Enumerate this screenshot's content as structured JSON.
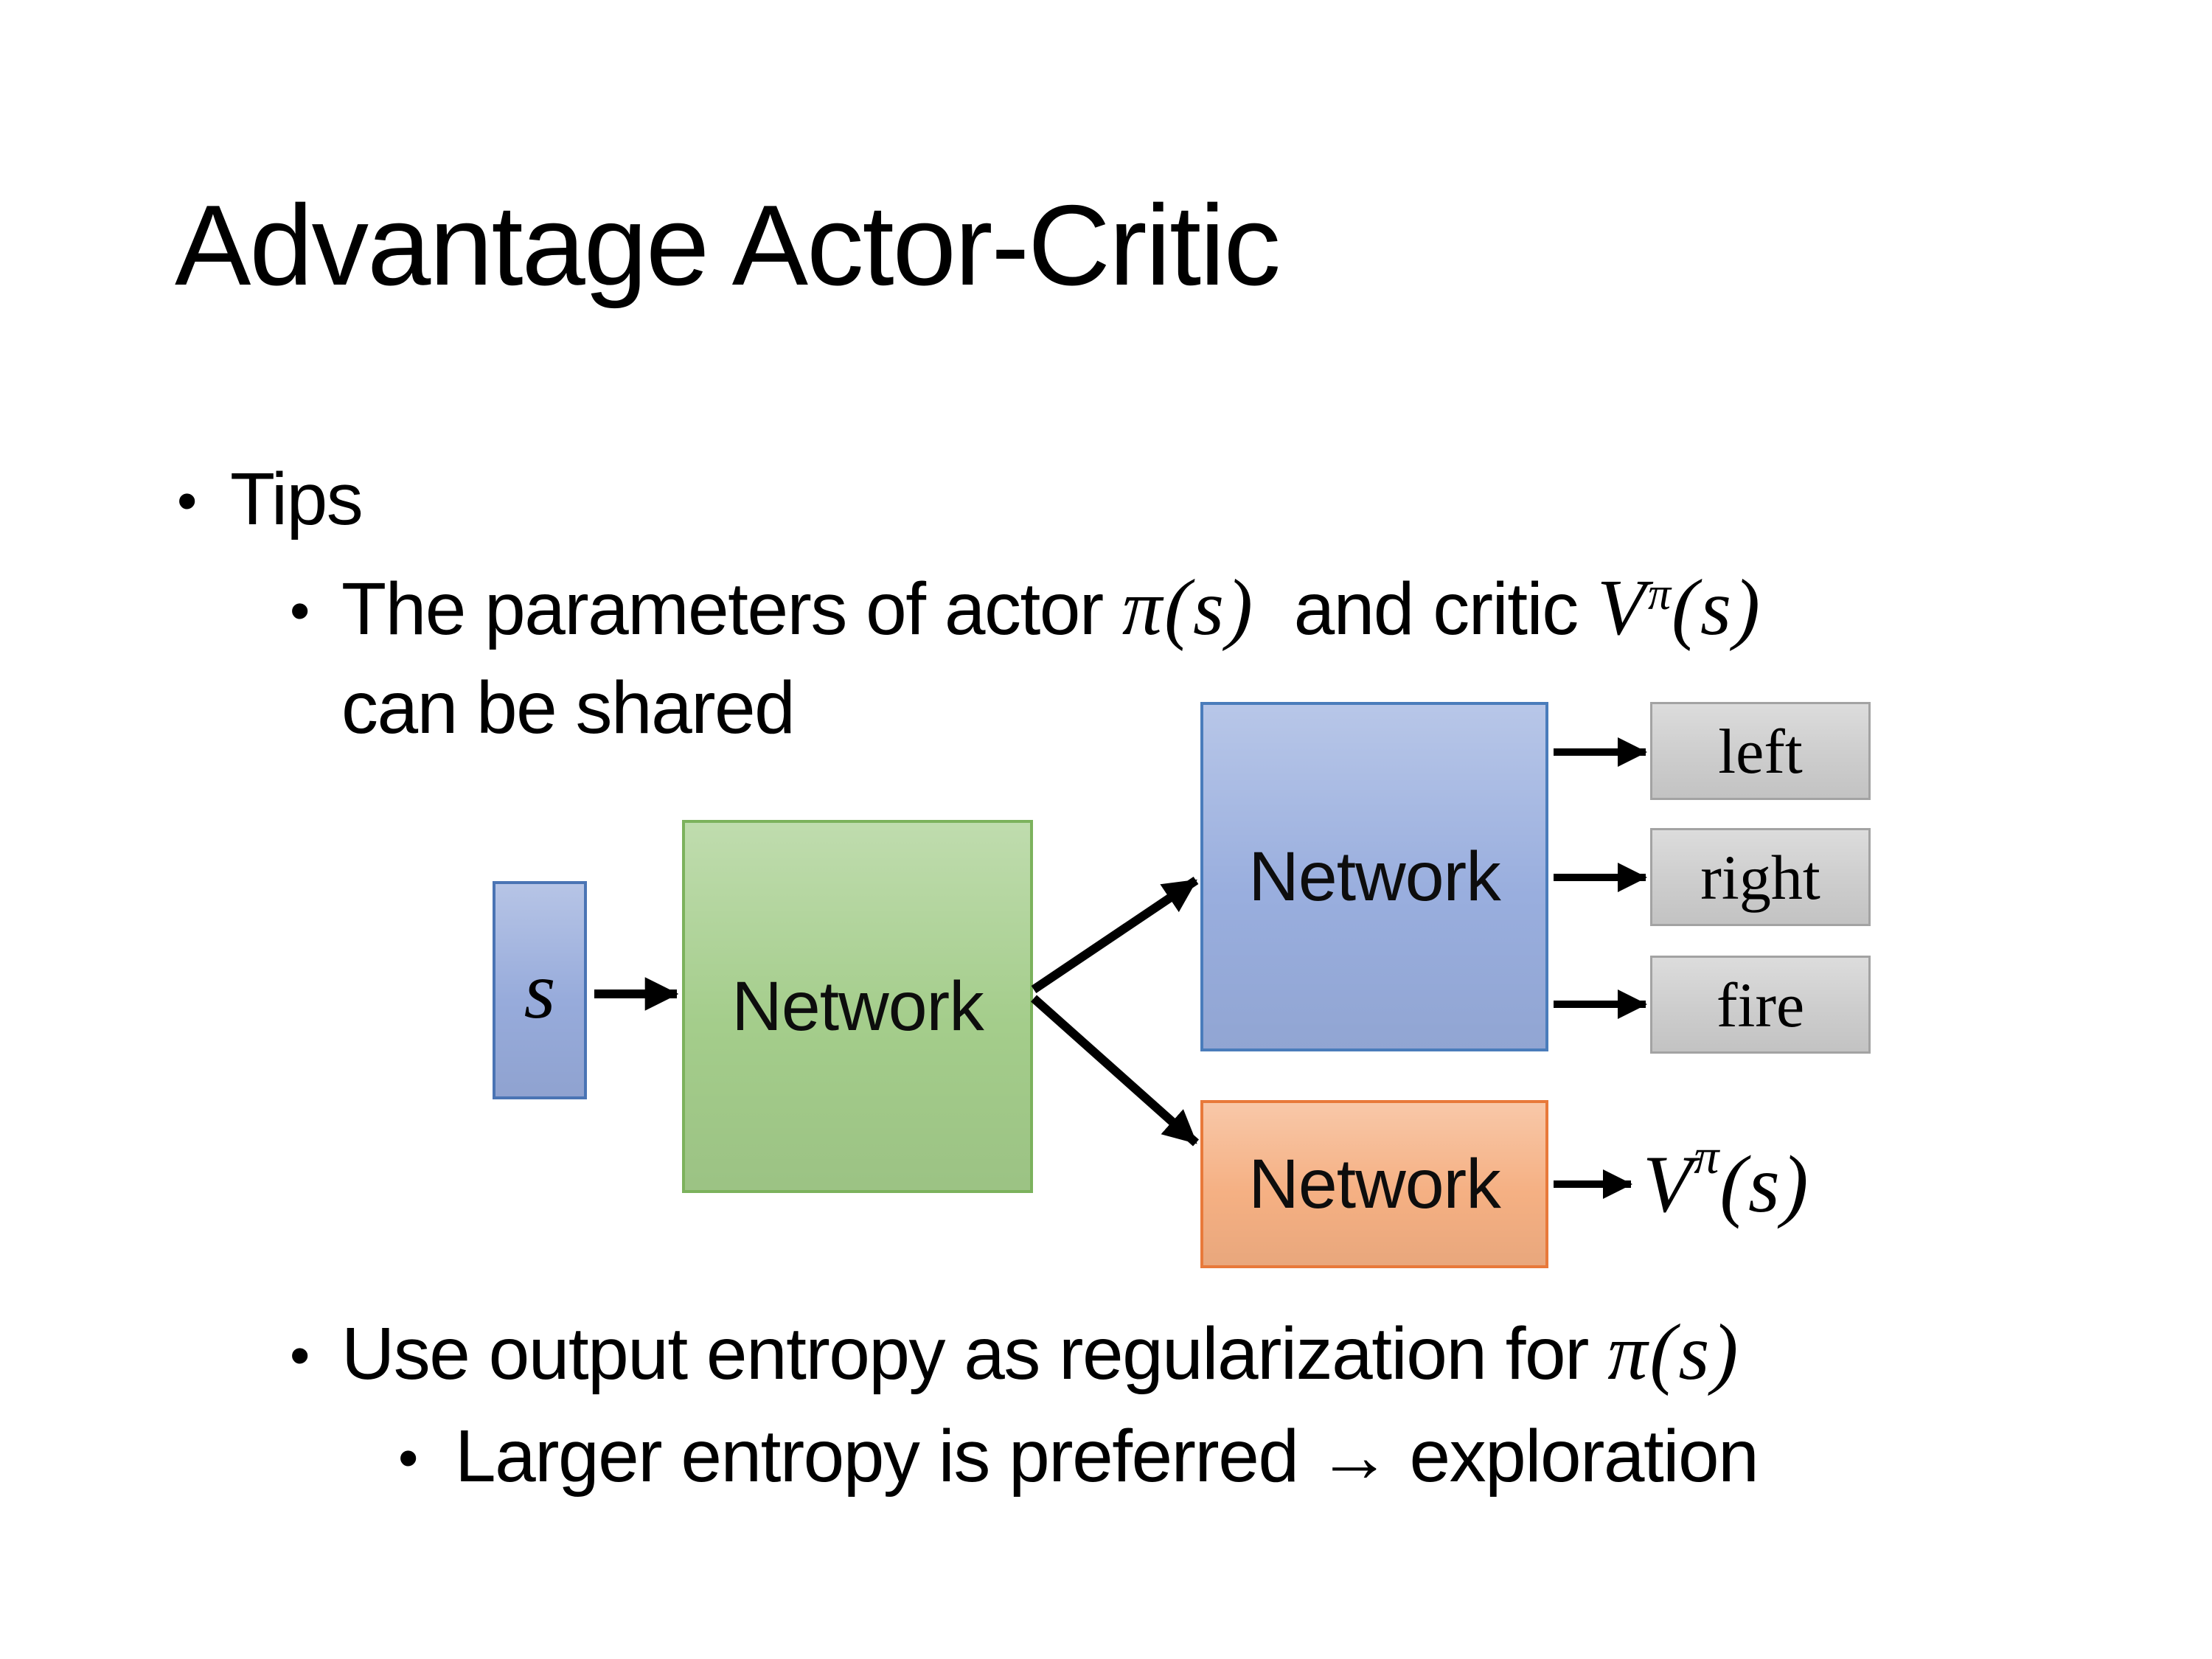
{
  "slide": {
    "title": "Advantage Actor-Critic",
    "bullet_char": "•",
    "bullets": {
      "tips": "Tips",
      "b2_pre": "The parameters of actor ",
      "b2_math1": "π(s)",
      "b2_mid": "  and critic ",
      "b2_v_base": "V",
      "b2_v_sup": "π",
      "b2_v_args": "(s)",
      "b2_line2": "can be shared",
      "b3_pre": "Use output entropy as regularization for ",
      "b3_math": "π(s)",
      "b4": "Larger entropy is preferred → exploration"
    }
  },
  "diagram": {
    "state_label": "s",
    "shared_network_label": "Network",
    "actor_network_label": "Network",
    "critic_network_label": "Network",
    "actions": [
      "left",
      "right",
      "fire"
    ],
    "value_base": "V",
    "value_sup": "π",
    "value_args": "(s)"
  },
  "colors": {
    "state_fill": "#97ABDB",
    "state_border": "#4A74B4",
    "shared_fill": "#A4CD8B",
    "shared_border": "#7CB25D",
    "actor_fill": "#99AEDE",
    "actor_border": "#4A7CBB",
    "critic_fill": "#F5B083",
    "critic_border": "#E8793A",
    "action_fill": "#CDCDCD",
    "action_border": "#A3A3A3",
    "arrow": "#000000"
  }
}
